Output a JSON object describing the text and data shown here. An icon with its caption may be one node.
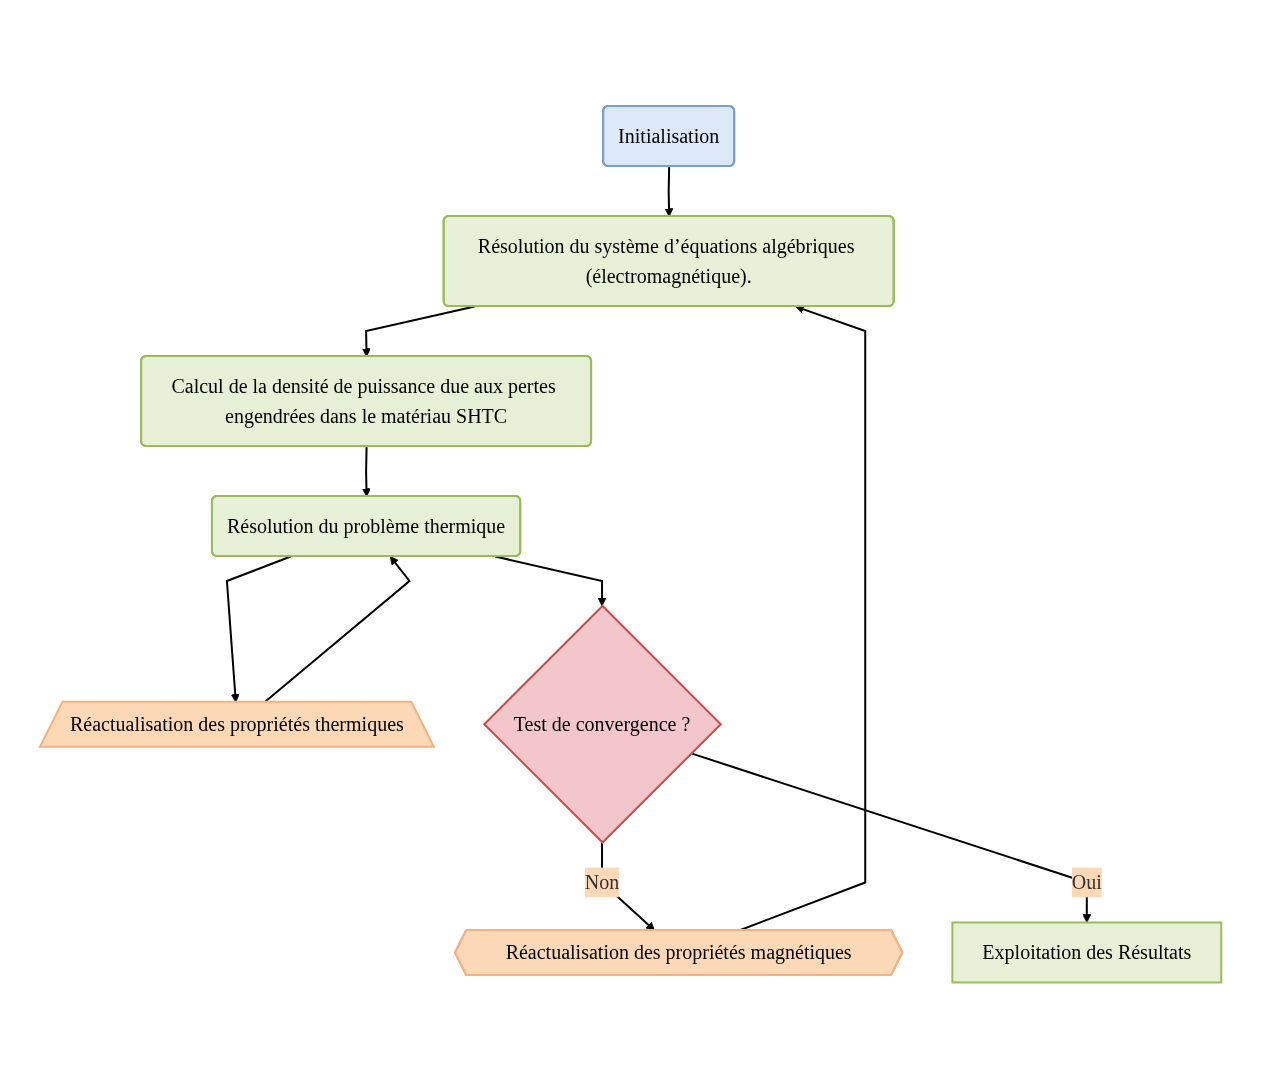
{
  "diagram": {
    "nodes": [
      {
        "text": [
          "Initialisation"
        ]
      },
      {
        "text": [
          "Résolution du système d’équations algébriques (électromagnétique)."
        ]
      },
      {
        "text": [
          "Calcul de la densité de puissance due aux pertes engendrées dans le matériau SHTC"
        ]
      },
      {
        "text": [
          "Réactualisation des propriétés magnétiques"
        ]
      },
      {
        "text": [
          "Résolution du problème thermique"
        ]
      },
      {
        "text": [
          "Réactualisation des propriétés thermiques"
        ]
      },
      {
        "text": [
          "Test de convergence ?"
        ]
      },
      {
        "text": [
          "Exploitation des Résultats"
        ]
      }
    ],
    "edges": [
      {
        "from": 0,
        "to": 1,
        "arrow": "to"
      },
      {
        "from": 1,
        "to": 2,
        "arrow": "to"
      },
      {
        "from": 2,
        "to": 4,
        "arrow": "to"
      },
      {
        "from": 4,
        "to": 6,
        "arrow": "to"
      },
      {
        "from": 4,
        "to": 5,
        "arrow": "to"
      },
      {
        "from": 5,
        "to": 4,
        "arrow": "to"
      },
      {
        "from": 6,
        "to": 3,
        "label": "Non",
        "arrow": "to"
      },
      {
        "from": 3,
        "to": 1,
        "arrow": "to"
      },
      {
        "from": 6,
        "to": 7,
        "label": "Oui",
        "arrow": "to"
      }
    ]
  }
}
